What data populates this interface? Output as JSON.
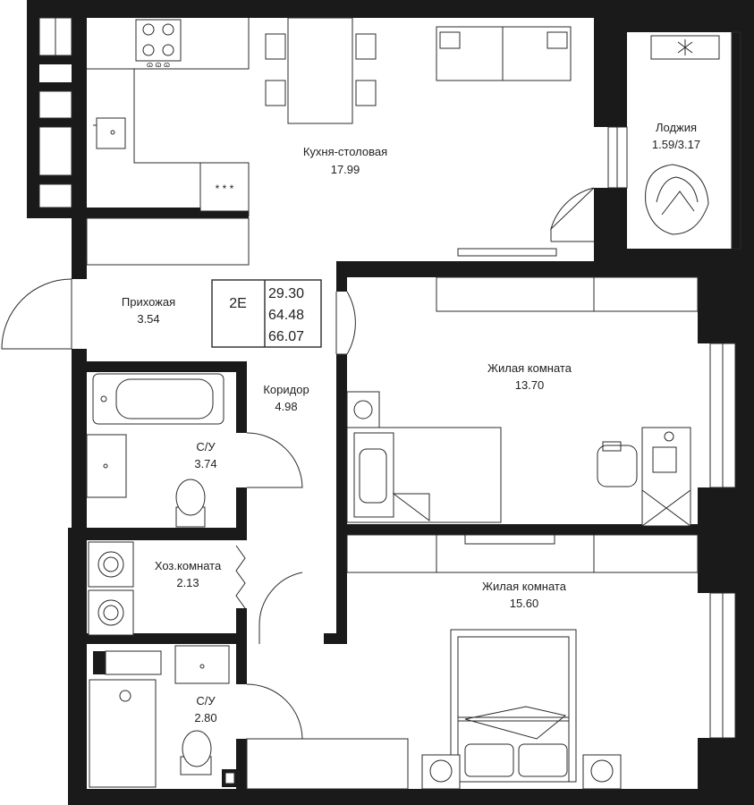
{
  "apartment": {
    "type_code": "2Е",
    "area_living": "29.30",
    "area_total": "64.48",
    "area_total_with_loggia": "66.07"
  },
  "rooms": {
    "kitchen": {
      "name": "Кухня-столовая",
      "area": "17.99"
    },
    "loggia": {
      "name": "Лоджия",
      "area": "1.59/3.17"
    },
    "hall": {
      "name": "Прихожая",
      "area": "3.54"
    },
    "corridor": {
      "name": "Коридор",
      "area": "4.98"
    },
    "bath1": {
      "name": "С/У",
      "area": "3.74"
    },
    "utility": {
      "name": "Хоз.комната",
      "area": "2.13"
    },
    "bath2": {
      "name": "С/У",
      "area": "2.80"
    },
    "living1": {
      "name": "Жилая комната",
      "area": "13.70"
    },
    "living2": {
      "name": "Жилая комната",
      "area": "15.60"
    }
  },
  "colors": {
    "wall": "#1a1a1a",
    "line": "#2b2b2b",
    "background": "#ffffff"
  }
}
